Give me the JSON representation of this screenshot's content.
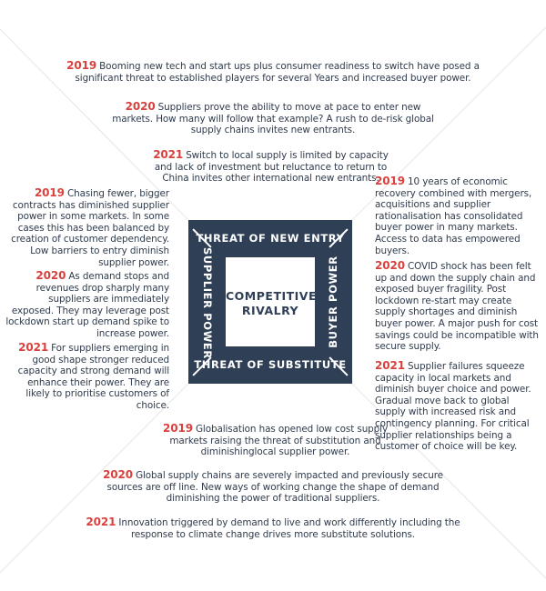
{
  "center": {
    "rivalry": "COMPETITIVE RIVALRY",
    "top": "THREAT OF NEW ENTRY",
    "bottom": "THREAT OF SUBSTITUTE",
    "left": "SUPPLIER POWER",
    "right": "BUYER POWER"
  },
  "top": [
    {
      "year": "2019",
      "text": "Booming new tech and start ups plus consumer readiness to switch have posed a significant threat to established players for several Years and increased buyer power."
    },
    {
      "year": "2020",
      "text": "Suppliers prove the ability to move at pace to enter new markets. How many will follow that example? A rush to de-risk global supply chains invites new entrants."
    },
    {
      "year": "2021",
      "text": "Switch to local supply is limited by capacity and lack of investment but reluctance to return to China invites other international new entrants."
    }
  ],
  "left": [
    {
      "year": "2019",
      "text": "Chasing fewer, bigger contracts has diminished supplier power in some markets. In some cases this has been balanced by creation of customer dependency. Low barriers to entry diminish supplier power."
    },
    {
      "year": "2020",
      "text": "As demand stops and revenues drop sharply many suppliers are immediately exposed. They may leverage post lockdown start up demand spike to increase power."
    },
    {
      "year": "2021",
      "text": "For suppliers emerging in good shape stronger reduced capacity and strong demand will enhance their power. They are likely to prioritise customers of choice."
    }
  ],
  "right": [
    {
      "year": "2019",
      "text": "10 years of economic recovery combined with mergers, acquisitions and supplier rationalisation has consolidated buyer power in many markets. Access to data has empowered buyers."
    },
    {
      "year": "2020",
      "text": "COVID shock has been felt up and down the supply chain and exposed buyer fragility. Post lockdown re-start may create supply shortages and diminish buyer power. A major push for cost savings could be incompatible with secure supply."
    },
    {
      "year": "2021",
      "text": "Supplier failures squeeze capacity in local markets and diminish buyer choice and power. Gradual move back to global supply with increased risk and contingency planning. For critical supplier relationships being a customer of choice will be key."
    }
  ],
  "bottom": [
    {
      "year": "2019",
      "text": "Globalisation has opened low cost supply markets raising the threat of substitution and diminishinglocal supplier power."
    },
    {
      "year": "2020",
      "text": "Global supply chains are severely impacted and previously secure sources are off line. New ways of working change the shape of demand diminishing the power of traditional suppliers."
    },
    {
      "year": "2021",
      "text": "Innovation triggered by demand to live and work differently including the response to climate change drives more substitute solutions."
    }
  ],
  "colors": {
    "navy": "#2f3f56",
    "year_red": "#d9413e",
    "text": "#2f3b4c",
    "diagonal": "#e8e8e8"
  }
}
